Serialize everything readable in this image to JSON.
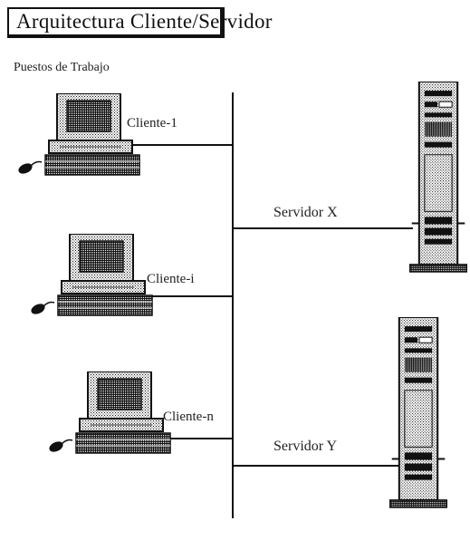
{
  "title": "Arquitectura Cliente/Servidor",
  "subtitle": "Puestos de Trabajo",
  "clients": [
    {
      "label": "Cliente-1"
    },
    {
      "label": "Cliente-i"
    },
    {
      "label": "Cliente-n"
    }
  ],
  "servers": [
    {
      "label": "Servidor X"
    },
    {
      "label": "Servidor Y"
    }
  ]
}
